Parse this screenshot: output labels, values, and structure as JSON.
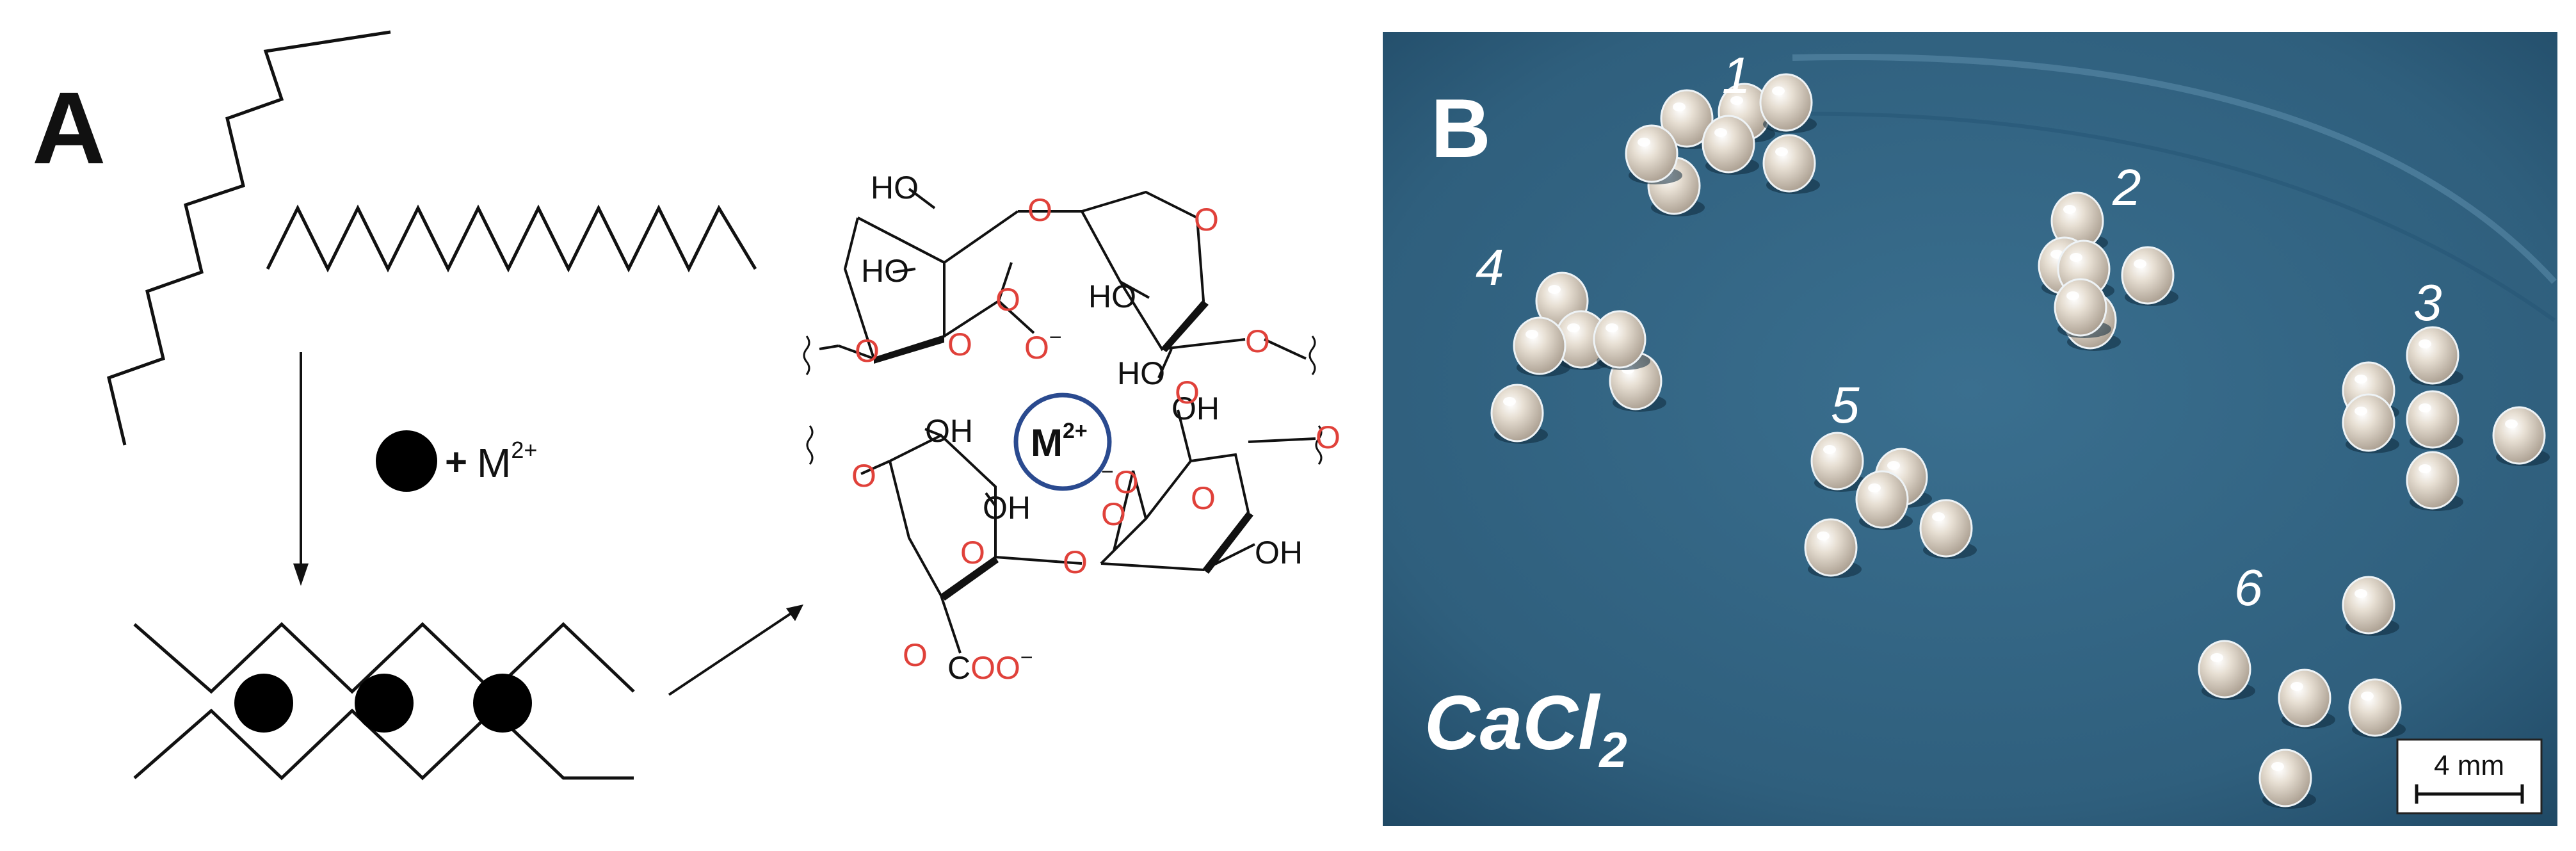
{
  "panel_a": {
    "label": "A",
    "reaction": {
      "plus": "+",
      "ion": "M",
      "ion_charge": "2+"
    },
    "structure": {
      "center_ion": "M",
      "center_charge": "2+",
      "labels": [
        {
          "text": "HO",
          "kind": "black"
        },
        {
          "text": "HO",
          "kind": "black"
        },
        {
          "text": "HO",
          "kind": "black"
        },
        {
          "text": "HO",
          "kind": "black"
        },
        {
          "text": "OH",
          "kind": "black"
        },
        {
          "text": "OH",
          "kind": "black"
        },
        {
          "text": "OH",
          "kind": "black"
        },
        {
          "text": "OH",
          "kind": "black"
        },
        {
          "text": "O",
          "kind": "red"
        },
        {
          "text": "O",
          "kind": "red"
        },
        {
          "text": "O",
          "kind": "red"
        },
        {
          "text": "O",
          "kind": "red"
        },
        {
          "text": "O",
          "kind": "red"
        },
        {
          "text": "O",
          "kind": "red"
        },
        {
          "text": "O",
          "kind": "red"
        },
        {
          "text": "O",
          "kind": "red"
        },
        {
          "text": "O",
          "kind": "red"
        },
        {
          "text": "O",
          "kind": "red"
        },
        {
          "text": "O",
          "kind": "red"
        },
        {
          "text": "O",
          "kind": "red"
        },
        {
          "text": "O",
          "kind": "red"
        },
        {
          "text": "O",
          "kind": "red"
        },
        {
          "text": "O",
          "kind": "red"
        }
      ],
      "carboxylate_top": {
        "o": "O",
        "charge": "−"
      },
      "carboxylate_left": {
        "charge": "−",
        "o": "O"
      },
      "coo_bottom": {
        "c": "C",
        "oo": "OO",
        "charge": "−"
      }
    }
  },
  "panel_b": {
    "label": "B",
    "groups": [
      "1",
      "2",
      "3",
      "4",
      "5",
      "6"
    ],
    "medium": {
      "main": "CaCl",
      "sub": "2"
    },
    "scale_bar": "4 mm"
  },
  "colors": {
    "ink": "#111111",
    "oxygen_red": "#e0413a",
    "ion_ring": "#2a4a8f",
    "plate_blue": "#2f5f7d",
    "plate_dark": "#1f4864",
    "bead": "#d9d0c4"
  },
  "icons": [
    "wavy-bond-icon",
    "gel-bead-icon",
    "ion-ball-icon"
  ]
}
